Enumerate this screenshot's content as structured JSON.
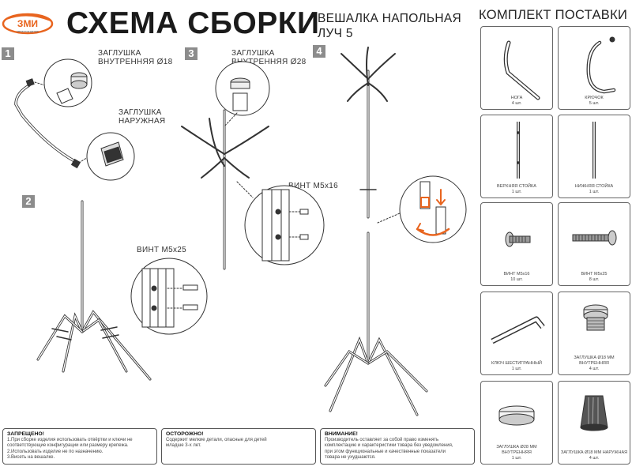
{
  "header": {
    "logo_text": "ЗМИ",
    "logo_tagline": "металлоизделия",
    "title": "СХЕМА СБОРКИ",
    "subtitle_line1": "ВЕШАЛКА НАПОЛЬНАЯ",
    "subtitle_line2": "ЛУЧ 5"
  },
  "steps": [
    {
      "number": "1",
      "labels": [
        {
          "line1": "ЗАГЛУШКА",
          "line2": "ВНУТРЕННЯЯ Ø18"
        },
        {
          "line1": "ЗАГЛУШКА",
          "line2": "НАРУЖНАЯ"
        }
      ]
    },
    {
      "number": "2",
      "labels": [
        {
          "line1": "ВИНТ М5х25",
          "line2": ""
        }
      ]
    },
    {
      "number": "3",
      "labels": [
        {
          "line1": "ЗАГЛУШКА",
          "line2": "ВНУТРЕННЯЯ Ø28"
        },
        {
          "line1": "ВИНТ М5х16",
          "line2": ""
        }
      ]
    },
    {
      "number": "4",
      "labels": []
    }
  ],
  "kit": {
    "title": "КОМПЛЕКТ ПОСТАВКИ",
    "items": [
      {
        "name": "НОГА",
        "qty": "4 шт.",
        "icon": "leg-icon"
      },
      {
        "name": "КРЮЧОК",
        "qty": "5 шт.",
        "icon": "hook-icon"
      },
      {
        "name": "ВЕРХНЯЯ СТОЙКА",
        "qty": "1 шт.",
        "icon": "upper-rod-icon"
      },
      {
        "name": "НИЖНЯЯ СТОЙКА",
        "qty": "1 шт.",
        "icon": "lower-rod-icon"
      },
      {
        "name": "ВИНТ М5х16",
        "qty": "10 шт.",
        "icon": "short-screw-icon"
      },
      {
        "name": "ВИНТ М5х25",
        "qty": "8 шт.",
        "icon": "long-screw-icon"
      },
      {
        "name": "КЛЮЧ ШЕСТИГРАННЫЙ",
        "qty": "1 шт.",
        "icon": "hex-key-icon"
      },
      {
        "name": "ЗАГЛУШКА Ø18 ММ ВНУТРЕННЯЯ",
        "qty": "4 шт.",
        "icon": "inner-cap-18-icon"
      },
      {
        "name": "ЗАГЛУШКА Ø28 ММ ВНУТРЕННЯЯ",
        "qty": "1 шт.",
        "icon": "inner-cap-28-icon"
      },
      {
        "name": "ЗАГЛУШКА Ø18 ММ НАРУЖНАЯ",
        "qty": "4 шт.",
        "icon": "outer-cap-18-icon"
      }
    ]
  },
  "notices": {
    "forbidden": {
      "title": "ЗАПРЕЩЕНО!",
      "lines": [
        "1.При сборке изделия использовать отвёртки и ключи не",
        "соответствующие конфигурации или размеру крепежа.",
        "2.Использовать изделие не по назначению.",
        "3.Висеть на вешалке."
      ]
    },
    "caution": {
      "title": "ОСТОРОЖНО!",
      "lines": [
        "Содержит мелкие детали, опасные для детей",
        "младше 3-х лет."
      ]
    },
    "attention": {
      "title": "ВНИМАНИЕ!",
      "lines": [
        "Производитель оставляет за собой право изменять",
        "комплектацию и характеристики товара без уведомления,",
        "при этом функциональные и качественные показатели",
        "товара не ухудшаются."
      ]
    }
  },
  "colors": {
    "logo_orange": "#e8641e",
    "step_badge": "#8c8c8c",
    "arrow_orange": "#e8641e",
    "line": "#333333"
  }
}
